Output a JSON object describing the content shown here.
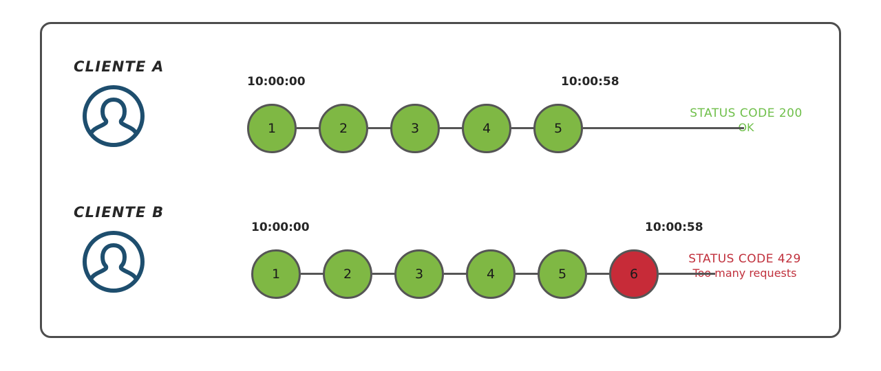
{
  "diagram": {
    "title": "API rate limiting timeline",
    "colors": {
      "frame_border": "#4d4d4d",
      "node_green": "#7fb844",
      "node_red": "#c72b38",
      "node_border": "#555555",
      "connector": "#555555",
      "avatar": "#1e4e6e",
      "status_ok": "#6fbf4a",
      "status_error": "#c0303c",
      "label_text": "#262626"
    },
    "rows": [
      {
        "id": "cliente-a",
        "label": "CLIENTE A",
        "avatar_icon": "user-avatar-icon",
        "timestamp_start": "10:00:00",
        "timestamp_end": "10:00:58",
        "nodes": [
          {
            "number": "1",
            "state": "green"
          },
          {
            "number": "2",
            "state": "green"
          },
          {
            "number": "3",
            "state": "green"
          },
          {
            "number": "4",
            "state": "green"
          },
          {
            "number": "5",
            "state": "green"
          }
        ],
        "status": {
          "kind": "ok",
          "line1": "STATUS CODE 200",
          "line2": "OK"
        }
      },
      {
        "id": "cliente-b",
        "label": "CLIENTE B",
        "avatar_icon": "user-avatar-icon",
        "timestamp_start": "10:00:00",
        "timestamp_end": "10:00:58",
        "nodes": [
          {
            "number": "1",
            "state": "green"
          },
          {
            "number": "2",
            "state": "green"
          },
          {
            "number": "3",
            "state": "green"
          },
          {
            "number": "4",
            "state": "green"
          },
          {
            "number": "5",
            "state": "green"
          },
          {
            "number": "6",
            "state": "red"
          }
        ],
        "status": {
          "kind": "error",
          "line1": "STATUS CODE 429",
          "line2": "Too many requests"
        }
      }
    ]
  }
}
